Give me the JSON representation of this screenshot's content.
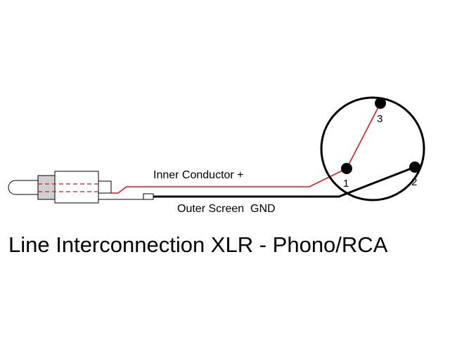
{
  "labels": {
    "inner_conductor": "Inner Conductor +",
    "outer_screen": "Outer Screen  GND",
    "title": "Line Interconnection XLR - Phono/RCA"
  },
  "pins": [
    {
      "id": "pin-1",
      "label": "1"
    },
    {
      "id": "pin-2",
      "label": "2"
    },
    {
      "id": "pin-3",
      "label": "3"
    }
  ],
  "colors": {
    "inner_conductor": "#e0151d",
    "outer_screen": "#000000",
    "outline": "#000000",
    "plug_tip_fill": "#cfcfcf",
    "plug_body_fill": "#ffffff",
    "background": "#ffffff"
  },
  "icons": {
    "connector_left": "rca-phono-plug-icon",
    "connector_right": "xlr-connector-icon"
  }
}
